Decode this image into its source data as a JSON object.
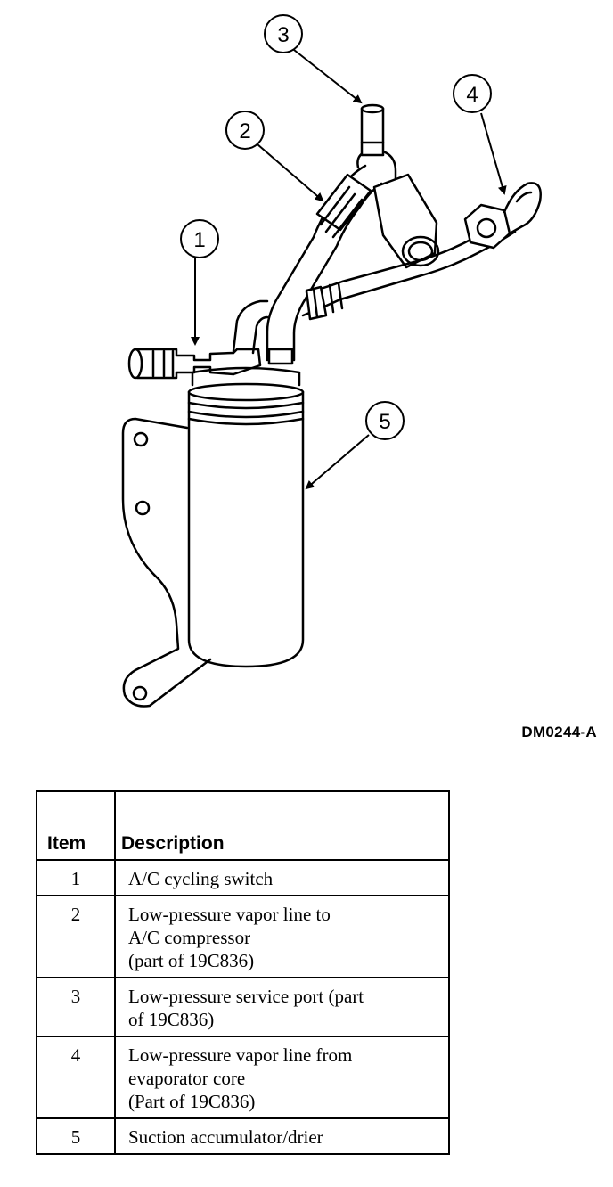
{
  "figure": {
    "id": "DM0244-A",
    "callouts": [
      "1",
      "2",
      "3",
      "4",
      "5"
    ]
  },
  "legend": {
    "headers": {
      "item": "Item",
      "description": "Description"
    },
    "rows": [
      {
        "item": "1",
        "description": "A/C cycling switch"
      },
      {
        "item": "2",
        "description": "Low-pressure vapor line to\nA/C compressor\n(part of 19C836)"
      },
      {
        "item": "3",
        "description": "Low-pressure service port (part\nof 19C836)"
      },
      {
        "item": "4",
        "description": "Low-pressure vapor line from\nevaporator core\n(Part of 19C836)"
      },
      {
        "item": "5",
        "description": "Suction accumulator/drier"
      }
    ]
  }
}
